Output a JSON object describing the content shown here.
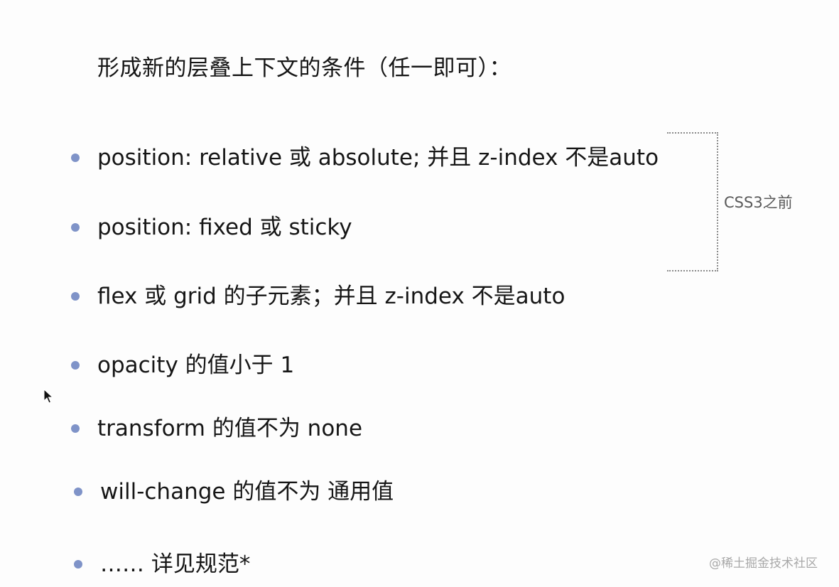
{
  "slide": {
    "title": "形成新的层叠上下文的条件（任一即可）：",
    "items": [
      {
        "text": "position: relative 或 absolute; 并且 z-index 不是auto"
      },
      {
        "text": "position: fixed 或 sticky"
      },
      {
        "text": "flex 或 grid 的子元素；并且 z-index 不是auto"
      },
      {
        "text": "opacity 的值小于 1"
      },
      {
        "text": "transform 的值不为 none"
      },
      {
        "text": "will-change 的值不为 通用值"
      },
      {
        "text": "…… 详见规范*"
      }
    ],
    "bracket_label": "CSS3之前"
  },
  "watermark": "@稀土掘金技术社区",
  "colors": {
    "bullet": "#7f93c8",
    "text": "#161616",
    "bracket": "#8a8a8a"
  },
  "icons": {
    "cursor": "mouse-pointer-icon",
    "bullet": "bullet-dot-icon"
  }
}
